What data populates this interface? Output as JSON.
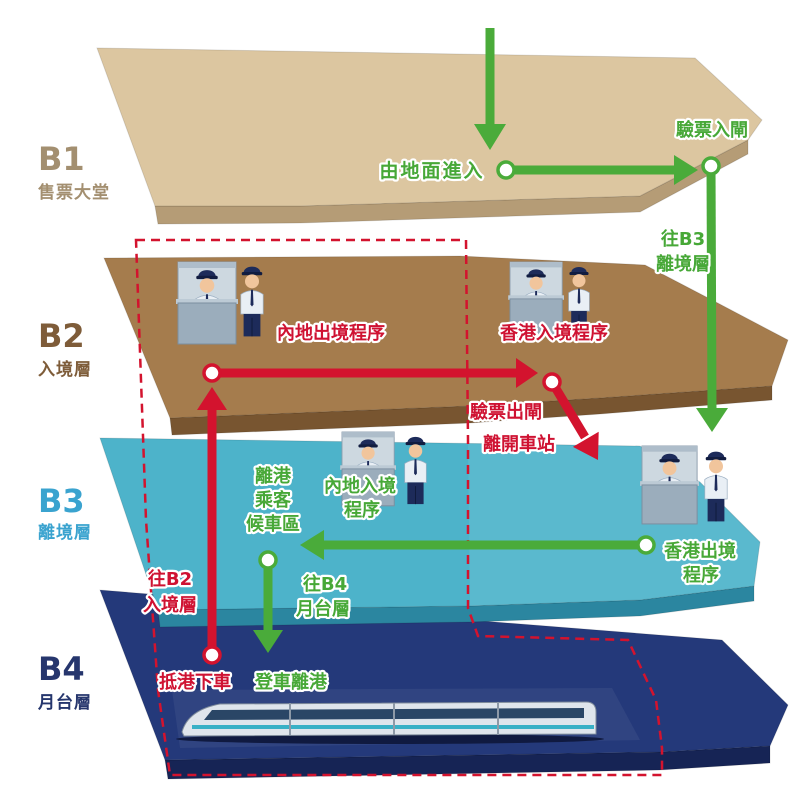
{
  "floors": [
    {
      "code": "B1",
      "name": "售票大堂",
      "label_color": "#a38f70",
      "surface_color": "#dcc6a0",
      "edge_color": "#b59c76"
    },
    {
      "code": "B2",
      "name": "入境層",
      "label_color": "#7e5c39",
      "surface_color": "#a57c4d",
      "edge_color": "#785530"
    },
    {
      "code": "B3",
      "name": "離境層",
      "label_color": "#3aa3cf",
      "surface_color": "#4db3ca",
      "edge_color": "#2b86a0"
    },
    {
      "code": "B4",
      "name": "月台層",
      "label_color": "#26366d",
      "surface_color": "#24397a",
      "edge_color": "#162455"
    }
  ],
  "b1_concourse": {
    "entry_label": "由地面進入",
    "ticket_gate_in_label": "驗票入閘",
    "to_b3_label": [
      "往B3",
      "離境層"
    ]
  },
  "b2_arrival": {
    "mainland_exit_label": "內地出境程序",
    "hk_entry_label": "香港入境程序",
    "ticket_gate_out_label": "驗票出閘",
    "leave_station_label": "離開車站"
  },
  "b3_departure": {
    "waiting_area_label": [
      "離港",
      "乘客",
      "候車區"
    ],
    "mainland_entry_label": [
      "內地入境",
      "程序"
    ],
    "hk_exit_label": [
      "香港出境",
      "程序"
    ],
    "to_b4_label": [
      "往B4",
      "月台層"
    ],
    "to_b2_label": [
      "往B2",
      "入境層"
    ]
  },
  "b4_platform": {
    "arrival_label": "抵港下車",
    "boarding_label": "登車離港"
  },
  "colors": {
    "departure_route": "#4aab3a",
    "arrival_route": "#d3132e",
    "departure_text": "#47a837",
    "arrival_text": "#cf1232",
    "dashed_outline": "#d3132e"
  },
  "icons": {
    "immigration_officer": "officer-icon",
    "immigration_booth": "booth-icon",
    "train": "train-icon"
  }
}
